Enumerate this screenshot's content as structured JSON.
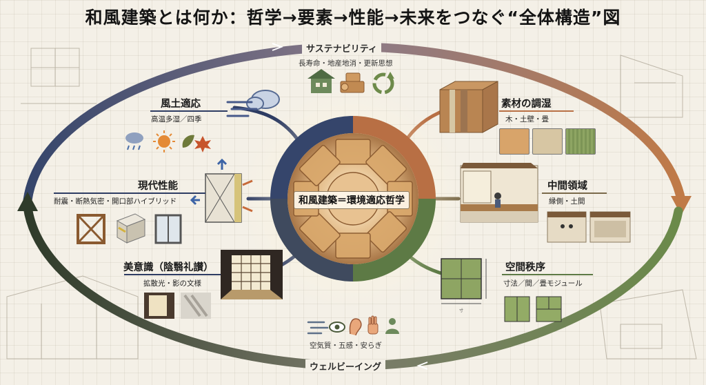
{
  "title": "和風建築とは何か：哲学→要素→性能→未来をつなぐ“全体構造”図",
  "top_arc": {
    "label": "サステナビリティ",
    "sub": "長寿命・地産地消・更新思想"
  },
  "bottom_arc": {
    "label": "ウェルビーイング",
    "sub": "空気質・五感・安らぎ"
  },
  "center": {
    "label": "和風建築＝環境適応哲学"
  },
  "nodes": {
    "fudo": {
      "title": "風土適応",
      "sub": "高温多湿／四季"
    },
    "gendai": {
      "title": "現代性能",
      "sub": "耐震・断熱気密・開口部ハイブリッド"
    },
    "biishiki": {
      "title": "美意識（陰翳礼讃）",
      "sub": "拡散光・影の文様"
    },
    "sozai": {
      "title": "素材の調湿",
      "sub": "木・土壁・畳"
    },
    "chukan": {
      "title": "中間領域",
      "sub": "縁側・土間"
    },
    "kukan": {
      "title": "空間秩序",
      "sub": "寸法／間／畳モジュール"
    }
  },
  "colors": {
    "sustain": "#b86f44",
    "wellbeing": "#5d7a45",
    "navy": "#3a4a6e",
    "dark": "#2f3b2a"
  }
}
